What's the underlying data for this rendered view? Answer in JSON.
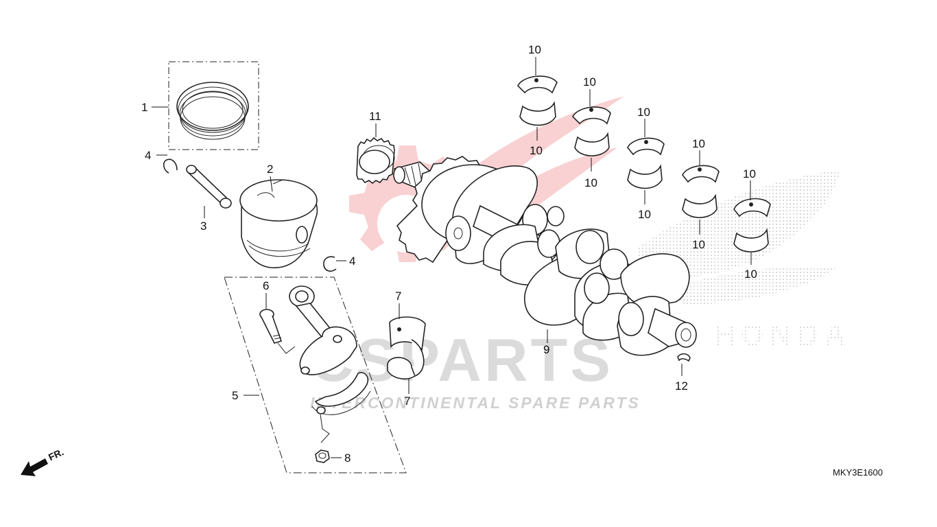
{
  "watermark": {
    "brand": "CSPARTS",
    "tagline": "INTERCONTINENTAL SPARE PARTS",
    "logo_text": "HONDA",
    "color_red": "#e8343a",
    "color_grey": "#c8c8c8"
  },
  "diagram_code": "MKY3E1600",
  "direction_label": "FR.",
  "callouts": {
    "c1": "1",
    "c2": "2",
    "c3": "3",
    "c4a": "4",
    "c4b": "4",
    "c5": "5",
    "c6": "6",
    "c7a": "7",
    "c7b": "7",
    "c8": "8",
    "c9": "9",
    "c10_1": "10",
    "c10_2": "10",
    "c10_3": "10",
    "c10_4": "10",
    "c10_5": "10",
    "c10_6": "10",
    "c10_7": "10",
    "c10_8": "10",
    "c10_9": "10",
    "c10_10": "10",
    "c11": "11",
    "c12": "12"
  }
}
